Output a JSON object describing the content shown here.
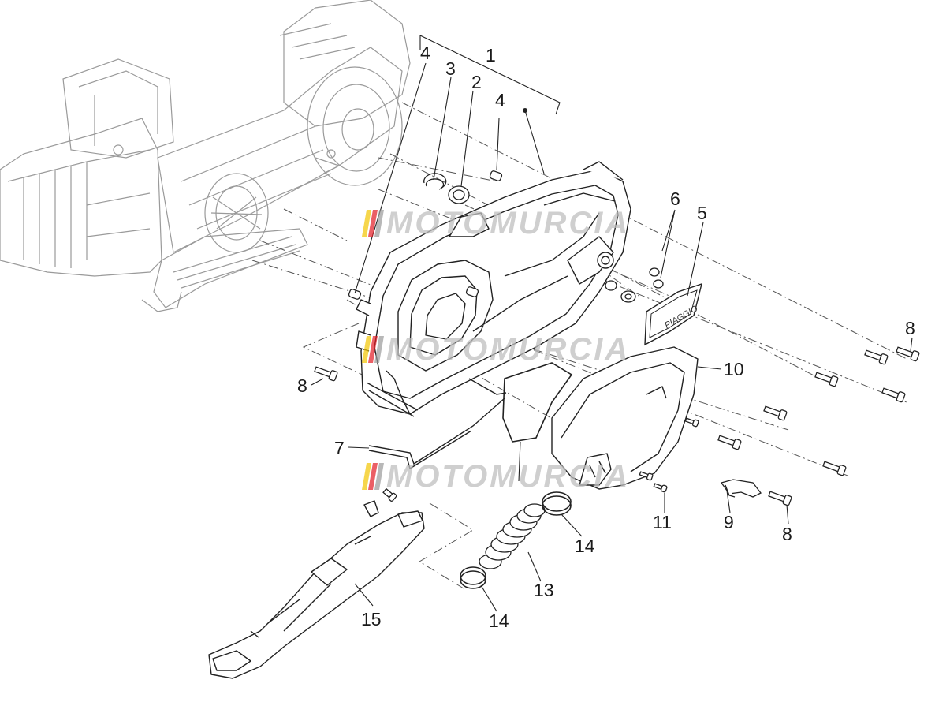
{
  "watermark": {
    "text": "MOTOMURCIA",
    "stripe_colors": [
      "#f2c400",
      "#e31b23",
      "#9a9a9a"
    ]
  },
  "callouts": {
    "c1": "1",
    "c2": "2",
    "c3": "3",
    "c4a": "4",
    "c4b": "4",
    "c5": "5",
    "c6": "6",
    "c7": "7",
    "c8a": "8",
    "c8b": "8",
    "c8c": "8",
    "c9": "9",
    "c10": "10",
    "c11": "11",
    "c13": "13",
    "c14a": "14",
    "c14b": "14",
    "c15": "15"
  },
  "badge_text": "PIAGGIO",
  "colors": {
    "line": "#222222",
    "engine": "#9a9a9a",
    "dash": "#555555"
  }
}
